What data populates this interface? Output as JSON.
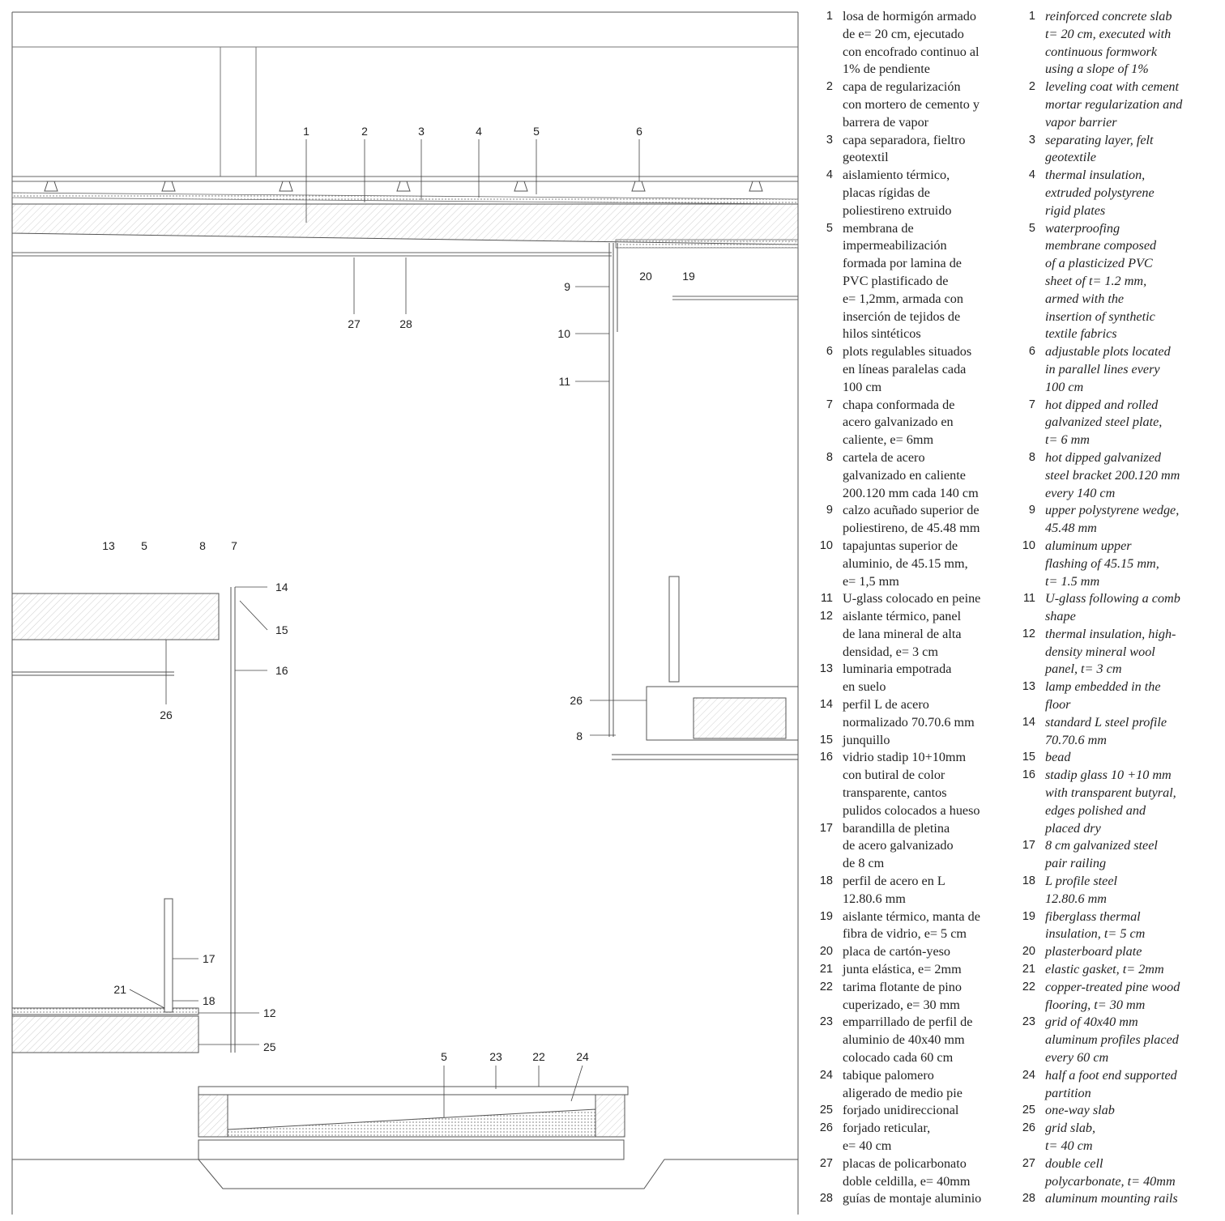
{
  "callouts": [
    {
      "n": "1"
    },
    {
      "n": "2"
    },
    {
      "n": "3"
    },
    {
      "n": "4"
    },
    {
      "n": "5"
    },
    {
      "n": "6"
    },
    {
      "n": "27"
    },
    {
      "n": "28"
    },
    {
      "n": "20"
    },
    {
      "n": "19"
    },
    {
      "n": "9"
    },
    {
      "n": "10"
    },
    {
      "n": "11"
    },
    {
      "n": "13"
    },
    {
      "n": "5"
    },
    {
      "n": "8"
    },
    {
      "n": "7"
    },
    {
      "n": "14"
    },
    {
      "n": "15"
    },
    {
      "n": "16"
    },
    {
      "n": "26"
    },
    {
      "n": "26"
    },
    {
      "n": "8"
    },
    {
      "n": "17"
    },
    {
      "n": "21"
    },
    {
      "n": "18"
    },
    {
      "n": "12"
    },
    {
      "n": "25"
    },
    {
      "n": "5"
    },
    {
      "n": "23"
    },
    {
      "n": "22"
    },
    {
      "n": "24"
    }
  ],
  "legend": {
    "es": [
      {
        "n": "1",
        "t": "losa de hormigón armado\nde e= 20 cm, ejecutado\ncon encofrado continuo al\n1% de pendiente"
      },
      {
        "n": "2",
        "t": "capa de regularización\ncon mortero de cemento y\nbarrera de vapor"
      },
      {
        "n": "3",
        "t": "capa separadora, fieltro\ngeotextil"
      },
      {
        "n": "4",
        "t": "aislamiento térmico,\nplacas rígidas de\npoliestireno extruido"
      },
      {
        "n": "5",
        "t": "membrana de\nimpermeabilización\nformada por lamina de\nPVC plastificado de\ne= 1,2mm, armada con\ninserción de tejidos de\nhilos sintéticos"
      },
      {
        "n": "6",
        "t": "plots regulables situados\nen líneas paralelas cada\n100 cm"
      },
      {
        "n": "7",
        "t": "chapa conformada de\nacero galvanizado en\ncaliente, e= 6mm"
      },
      {
        "n": "8",
        "t": "cartela de acero\ngalvanizado en caliente\n200.120 mm cada 140 cm"
      },
      {
        "n": "9",
        "t": "calzo acuñado superior de\npoliestireno, de 45.48 mm"
      },
      {
        "n": "10",
        "t": "tapajuntas superior de\naluminio, de 45.15 mm,\ne= 1,5 mm"
      },
      {
        "n": "11",
        "t": "U-glass colocado en peine"
      },
      {
        "n": "12",
        "t": "aislante térmico, panel\nde lana mineral de alta\ndensidad, e= 3 cm"
      },
      {
        "n": "13",
        "t": "luminaria empotrada\nen suelo"
      },
      {
        "n": "14",
        "t": "perfil L de acero\nnormalizado 70.70.6 mm"
      },
      {
        "n": "15",
        "t": "junquillo"
      },
      {
        "n": "16",
        "t": "vidrio stadip 10+10mm\ncon butiral de color\ntransparente, cantos\npulidos colocados a hueso"
      },
      {
        "n": "17",
        "t": "barandilla de pletina\nde acero galvanizado\nde 8 cm"
      },
      {
        "n": "18",
        "t": "perfil de acero en L\n12.80.6 mm"
      },
      {
        "n": "19",
        "t": "aislante térmico, manta de\nfibra de vidrio, e= 5 cm"
      },
      {
        "n": "20",
        "t": "placa de cartón-yeso"
      },
      {
        "n": "21",
        "t": "junta elástica, e= 2mm"
      },
      {
        "n": "22",
        "t": "tarima flotante de pino\ncuperizado, e= 30 mm"
      },
      {
        "n": "23",
        "t": "emparrillado de perfil de\naluminio de 40x40 mm\ncolocado cada 60 cm"
      },
      {
        "n": "24",
        "t": "tabique palomero\naligerado de medio pie"
      },
      {
        "n": "25",
        "t": "forjado unidireccional"
      },
      {
        "n": "26",
        "t": "forjado reticular,\ne= 40 cm"
      },
      {
        "n": "27",
        "t": "placas de policarbonato\ndoble celdilla, e= 40mm"
      },
      {
        "n": "28",
        "t": "guías de montaje aluminio"
      }
    ],
    "en": [
      {
        "n": "1",
        "t": "reinforced concrete slab\nt= 20 cm, executed with\ncontinuous formwork\nusing a slope of 1%"
      },
      {
        "n": "2",
        "t": "leveling coat with cement\nmortar regularization and\nvapor barrier"
      },
      {
        "n": "3",
        "t": "separating layer, felt\ngeotextile"
      },
      {
        "n": "4",
        "t": "thermal insulation,\nextruded polystyrene\nrigid plates"
      },
      {
        "n": "5",
        "t": "waterproofing\nmembrane composed\nof a plasticized PVC\nsheet of t= 1.2 mm,\narmed with the\ninsertion of synthetic\ntextile fabrics"
      },
      {
        "n": "6",
        "t": "adjustable plots located\nin parallel lines every\n100 cm"
      },
      {
        "n": "7",
        "t": "hot dipped and rolled\ngalvanized steel plate,\nt= 6 mm"
      },
      {
        "n": "8",
        "t": "hot dipped galvanized\nsteel bracket 200.120 mm\nevery 140 cm"
      },
      {
        "n": "9",
        "t": "upper polystyrene wedge,\n45.48 mm"
      },
      {
        "n": "10",
        "t": "aluminum upper\nflashing of 45.15 mm,\nt= 1.5 mm"
      },
      {
        "n": "11",
        "t": "U-glass following a comb\nshape"
      },
      {
        "n": "12",
        "t": "thermal insulation, high-\ndensity mineral wool\npanel, t= 3 cm"
      },
      {
        "n": "13",
        "t": "lamp embedded in the\nfloor"
      },
      {
        "n": "14",
        "t": "standard L steel profile\n70.70.6 mm"
      },
      {
        "n": "15",
        "t": "bead"
      },
      {
        "n": "16",
        "t": "stadip glass 10 +10 mm\nwith transparent butyral,\nedges polished and\nplaced dry"
      },
      {
        "n": "17",
        "t": "8 cm galvanized steel\npair railing"
      },
      {
        "n": "18",
        "t": "L profile steel\n12.80.6 mm"
      },
      {
        "n": "19",
        "t": "fiberglass thermal\ninsulation, t= 5 cm"
      },
      {
        "n": "20",
        "t": "plasterboard plate"
      },
      {
        "n": "21",
        "t": "elastic gasket, t= 2mm"
      },
      {
        "n": "22",
        "t": "copper-treated pine wood\nflooring, t= 30 mm"
      },
      {
        "n": "23",
        "t": "grid of 40x40 mm\naluminum profiles placed\nevery 60 cm"
      },
      {
        "n": "24",
        "t": "half a foot end supported\npartition"
      },
      {
        "n": "25",
        "t": "one-way slab"
      },
      {
        "n": "26",
        "t": "grid slab,\nt= 40 cm"
      },
      {
        "n": "27",
        "t": "double cell\npolycarbonate, t= 40mm"
      },
      {
        "n": "28",
        "t": "aluminum mounting rails"
      }
    ]
  }
}
